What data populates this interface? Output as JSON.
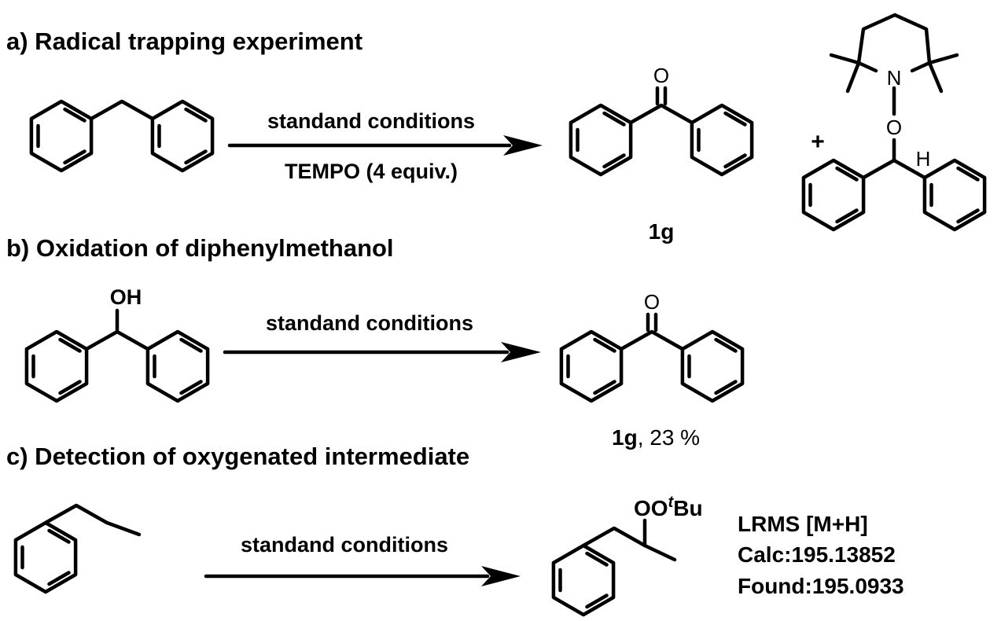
{
  "sections": {
    "a": {
      "title": "a) Radical trapping experiment",
      "condition_above": "standand conditions",
      "condition_below": "TEMPO (4 equiv.)",
      "product_label": "1g",
      "plus": "+",
      "atoms": {
        "n": "N",
        "o_link": "O",
        "o_carbonyl": "O",
        "h": "H"
      }
    },
    "b": {
      "title": "b) Oxidation of diphenylmethanol",
      "condition": "standand conditions",
      "reactant_oh": "OH",
      "o_carbonyl": "O",
      "product_label": "1g",
      "product_yield": ", 23 %"
    },
    "c": {
      "title": "c) Detection of oxygenated intermediate",
      "condition": "standand conditions",
      "product_oo": "OO",
      "product_t": "t",
      "product_bu": "Bu",
      "lrms": {
        "line1": "LRMS [M+H]",
        "line2": "Calc:195.13852",
        "line3": "Found:195.0933"
      }
    }
  }
}
